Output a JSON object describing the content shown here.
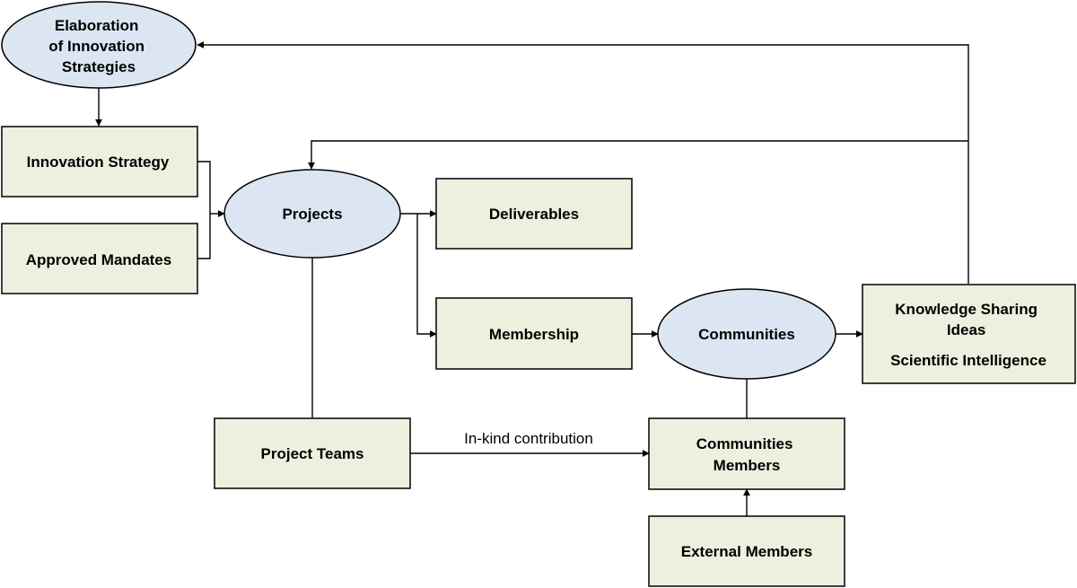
{
  "diagram": {
    "nodes": {
      "elaboration": {
        "lines": [
          "Elaboration",
          "of Innovation",
          "Strategies"
        ]
      },
      "innovation_strategy": {
        "label": "Innovation Strategy"
      },
      "approved_mandates": {
        "label": "Approved Mandates"
      },
      "projects": {
        "label": "Projects"
      },
      "deliverables": {
        "label": "Deliverables"
      },
      "membership": {
        "label": "Membership"
      },
      "communities": {
        "label": "Communities"
      },
      "knowledge": {
        "lines": [
          "Knowledge Sharing",
          "Ideas",
          "Scientific Intelligence"
        ]
      },
      "project_teams": {
        "label": "Project Teams"
      },
      "communities_members": {
        "lines": [
          "Communities",
          "Members"
        ]
      },
      "external_members": {
        "label": "External Members"
      }
    },
    "edge_labels": {
      "in_kind": "In-kind contribution"
    },
    "colors": {
      "box_fill": "#ebf1de",
      "ellipse_fill": "#dce6f2",
      "stroke": "#000000"
    }
  }
}
